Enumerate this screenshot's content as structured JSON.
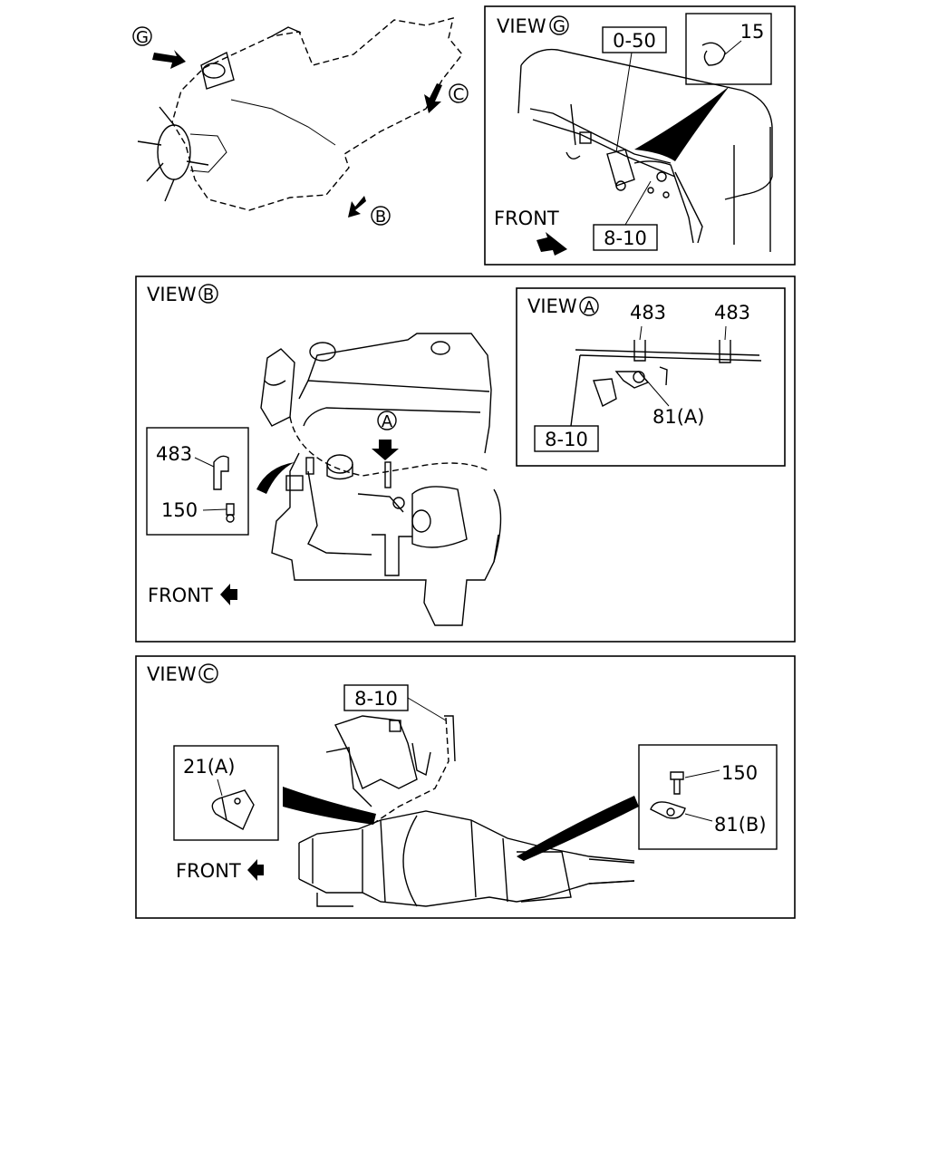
{
  "overview": {
    "arrow_g": "G",
    "arrow_c": "C",
    "arrow_b": "B"
  },
  "view_g": {
    "view_word": "VIEW",
    "view_letter": "G",
    "part_0_50": "0-50",
    "part_15": "15",
    "part_8_10": "8-10",
    "front": "FRONT"
  },
  "view_b": {
    "view_word": "VIEW",
    "view_letter": "B",
    "callout_a": "A",
    "inset_part_483": "483",
    "inset_part_150": "150",
    "front": "FRONT"
  },
  "view_a": {
    "view_word": "VIEW",
    "view_letter": "A",
    "part_483_left": "483",
    "part_483_right": "483",
    "part_81a": "81(A)",
    "part_8_10": "8-10"
  },
  "view_c": {
    "view_word": "VIEW",
    "view_letter": "C",
    "part_8_10": "8-10",
    "part_21a": "21(A)",
    "part_150": "150",
    "part_81b": "81(B)",
    "front": "FRONT"
  }
}
